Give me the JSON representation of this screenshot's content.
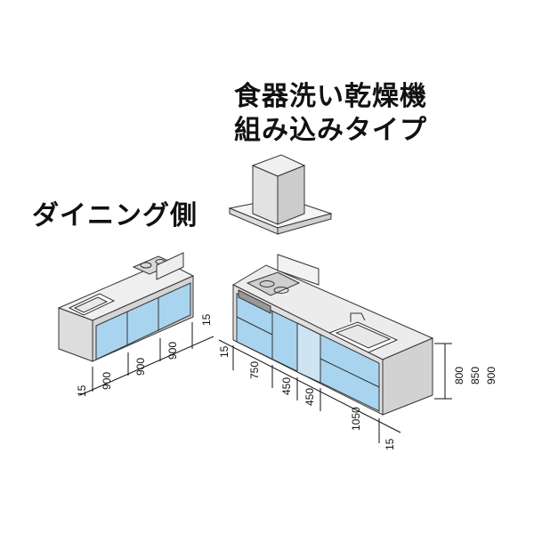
{
  "labels": {
    "main_line1": "食器洗い乾燥機",
    "main_line2": "組み込みタイプ",
    "dining_side": "ダイニング側"
  },
  "dimensions": {
    "left_unit": [
      "15",
      "900",
      "900",
      "900",
      "15"
    ],
    "main_unit": [
      "15",
      "750",
      "450",
      "450",
      "1050",
      "15"
    ],
    "heights": [
      "800",
      "850",
      "900"
    ]
  },
  "colors": {
    "cabinet_blue": "#a9d4ef",
    "counter": "#ececec",
    "outline": "#333333"
  }
}
